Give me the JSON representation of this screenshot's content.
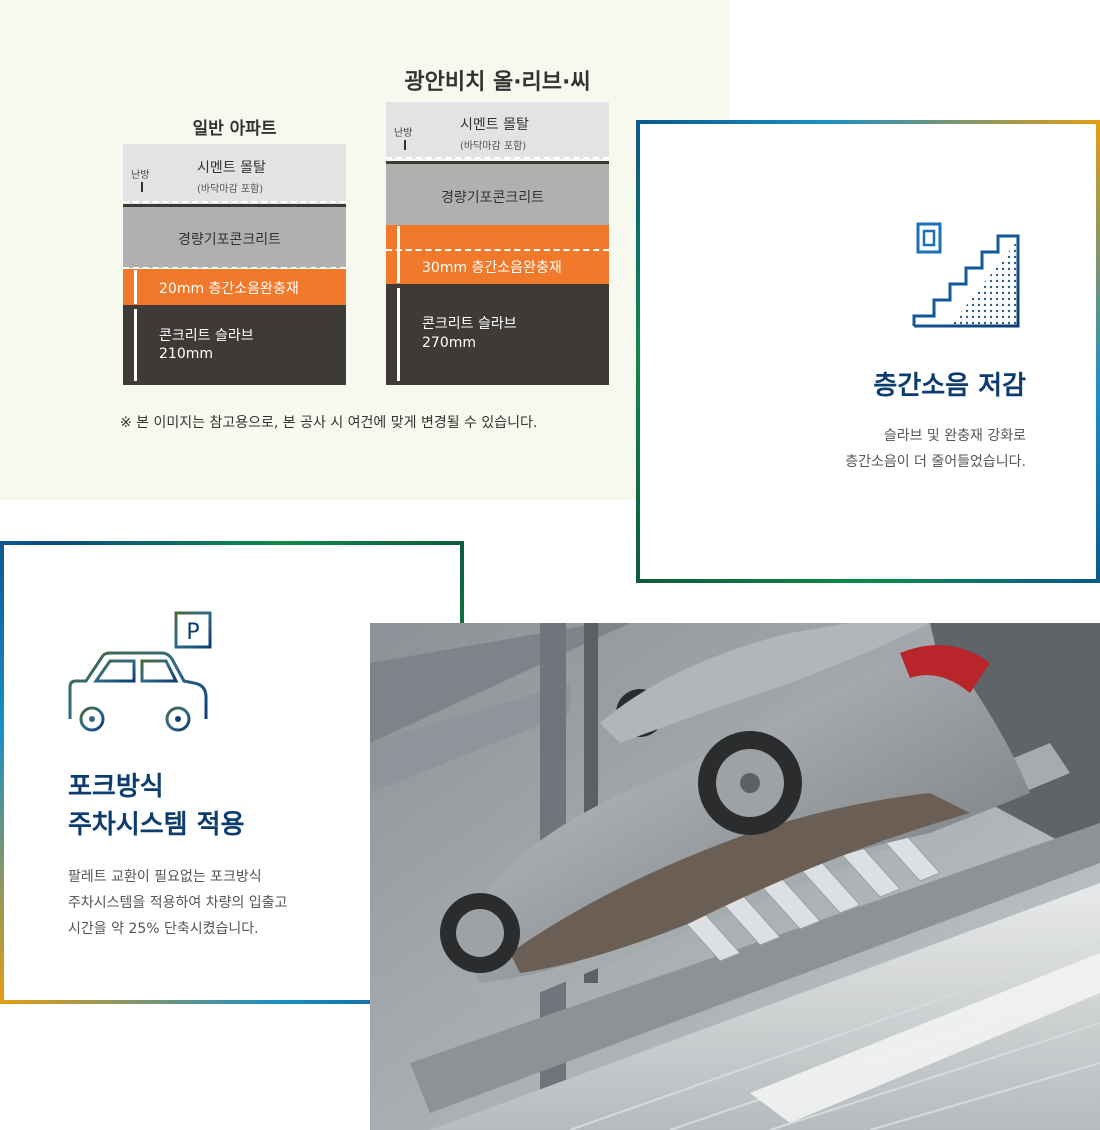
{
  "diagram": {
    "left_title": "일반 아파트",
    "right_title": "광안비치 올·리브·씨",
    "heating_label": "난방",
    "cement_label": "시멘트 몰탈",
    "cement_sub": "(바닥마감 포함)",
    "lightweight_label": "경량기포콘크리트",
    "left_buffer": "20mm 층간소음완충재",
    "right_buffer": "30mm 층간소음완충재",
    "slab_label": "콘크리트 슬라브",
    "left_slab_size": "210mm",
    "right_slab_size": "270mm",
    "note": "※ 본 이미지는 참고용으로, 본 공사 시 여건에 맞게 변경될 수 있습니다."
  },
  "noise_card": {
    "icon": "stairs-noise-icon",
    "title": "층간소음 저감",
    "desc_line1": "슬라브 및 완충재 강화로",
    "desc_line2": "층간소음이 더 줄어들었습니다."
  },
  "parking_card": {
    "icon": "car-parking-icon",
    "sign_letter": "P",
    "title_line1": "포크방식",
    "title_line2": "주차시스템 적용",
    "desc_line1": "팔레트 교환이 필요없는 포크방식",
    "desc_line2": "주차시스템을 적용하여 차량의 입출고",
    "desc_line3": "시간을 약 25% 단축시켰습니다."
  },
  "colors": {
    "panel_bg": "#f8f9ee",
    "orange": "#f0792b",
    "dark": "#3e3a38",
    "title_navy": "#0d3d70",
    "gold": "#e39d14",
    "green": "#0d8b4a",
    "blue": "#1a8fc7"
  }
}
